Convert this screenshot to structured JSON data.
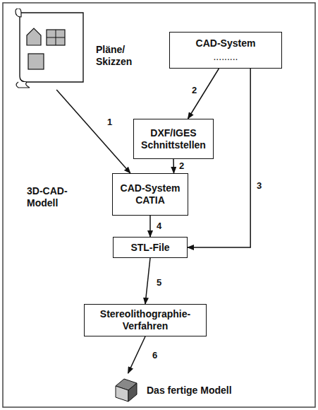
{
  "diagram": {
    "nodes": [
      {
        "text": [
          "Pläne/ Skizzen"
        ]
      },
      {
        "text": [
          "CAD-System",
          "........."
        ]
      },
      {
        "text": [
          "DXF/IGES Schnittstellen"
        ]
      },
      {
        "text": [
          "CAD-System CATIA"
        ]
      },
      {
        "text": [
          "STL-File"
        ]
      },
      {
        "text": [
          "Stereolithographie- Verfahren"
        ]
      },
      {
        "text": [
          "Das fertige Modell"
        ]
      }
    ],
    "edges": [
      {
        "from": 0,
        "to": 3,
        "label": "1",
        "arrow": "to"
      },
      {
        "from": 1,
        "to": 2,
        "label": "2",
        "arrow": "to"
      },
      {
        "from": 2,
        "to": 3,
        "label": "2",
        "arrow": "to"
      },
      {
        "from": 1,
        "to": 4,
        "label": "3",
        "arrow": "to"
      },
      {
        "from": 3,
        "to": 4,
        "label": "4",
        "arrow": "to"
      },
      {
        "from": 4,
        "to": 5,
        "label": "5",
        "arrow": "to"
      },
      {
        "from": 5,
        "to": 6,
        "label": "6",
        "arrow": "to"
      }
    ],
    "labels": [
      "3D-CAD- Modell"
    ]
  }
}
